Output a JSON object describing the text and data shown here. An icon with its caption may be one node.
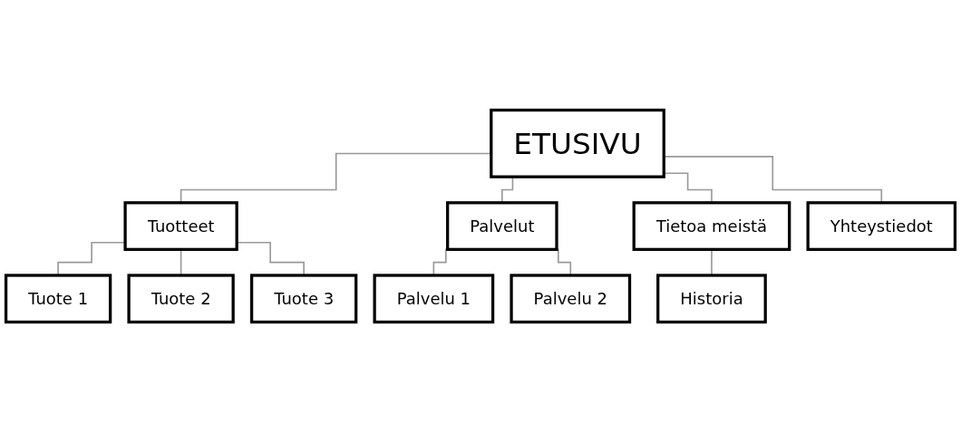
{
  "diagram": {
    "nodes": [
      {
        "text": [
          "ETUSIVU"
        ]
      },
      {
        "text": [
          "Tuotteet"
        ]
      },
      {
        "text": [
          "Palvelut"
        ]
      },
      {
        "text": [
          "Tietoa meistä"
        ]
      },
      {
        "text": [
          "Yhteystiedot"
        ]
      },
      {
        "text": [
          "Tuote 1"
        ]
      },
      {
        "text": [
          "Tuote 2"
        ]
      },
      {
        "text": [
          "Tuote 3"
        ]
      },
      {
        "text": [
          "Palvelu 1"
        ]
      },
      {
        "text": [
          "Palvelu 2"
        ]
      },
      {
        "text": [
          "Historia"
        ]
      }
    ],
    "edges": [
      {
        "from": 0,
        "to": 1,
        "arrow": "none"
      },
      {
        "from": 0,
        "to": 2,
        "arrow": "none"
      },
      {
        "from": 0,
        "to": 3,
        "arrow": "none"
      },
      {
        "from": 0,
        "to": 4,
        "arrow": "none"
      },
      {
        "from": 1,
        "to": 5,
        "arrow": "none"
      },
      {
        "from": 1,
        "to": 6,
        "arrow": "none"
      },
      {
        "from": 1,
        "to": 7,
        "arrow": "none"
      },
      {
        "from": 2,
        "to": 8,
        "arrow": "none"
      },
      {
        "from": 2,
        "to": 9,
        "arrow": "none"
      },
      {
        "from": 3,
        "to": 10,
        "arrow": "none"
      }
    ]
  }
}
